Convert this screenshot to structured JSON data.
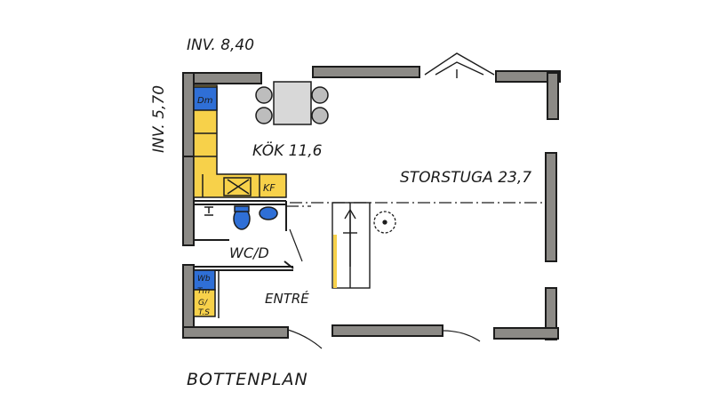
{
  "plan": {
    "title": "BOTTENPLAN",
    "inner_width": "INV. 8,40",
    "inner_depth": "INV. 5,70",
    "rooms": {
      "kitchen": "KÖK 11,6",
      "living": "STORSTUGA 23,7",
      "wc": "WC/D",
      "entry": "ENTRÉ"
    },
    "fixtures": {
      "kitchen_dishwasher": "Dm",
      "fridge_freezer": "KF",
      "washer": "Wb",
      "dryer": "Tm",
      "cabinet_line1": "G/",
      "cabinet_line2": "T.S"
    },
    "colors": {
      "wall": "#8c8a86",
      "wall_outline": "#1c1c1c",
      "counter": "#f7d14a",
      "appliance": "#2f6fd6",
      "table": "#d8d8d8",
      "chair": "#bdbdbd"
    }
  }
}
